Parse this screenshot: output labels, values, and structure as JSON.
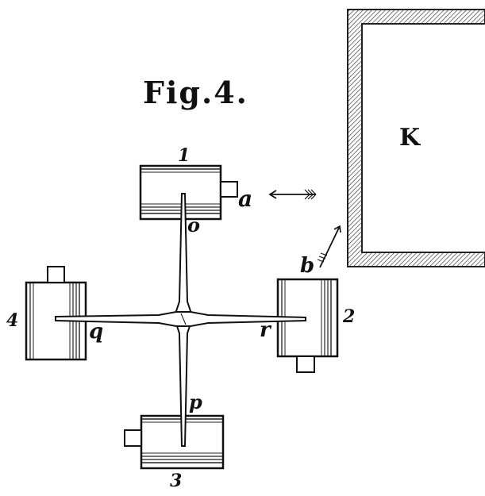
{
  "figure": {
    "title": "Fig.4.",
    "enclosure_label": "K"
  },
  "cylinders": [
    {
      "number": "1"
    },
    {
      "number": "2"
    },
    {
      "number": "3"
    },
    {
      "number": "4"
    }
  ],
  "points": {
    "a": "a",
    "b": "b",
    "o": "o",
    "p": "p",
    "q": "q",
    "r": "r"
  }
}
